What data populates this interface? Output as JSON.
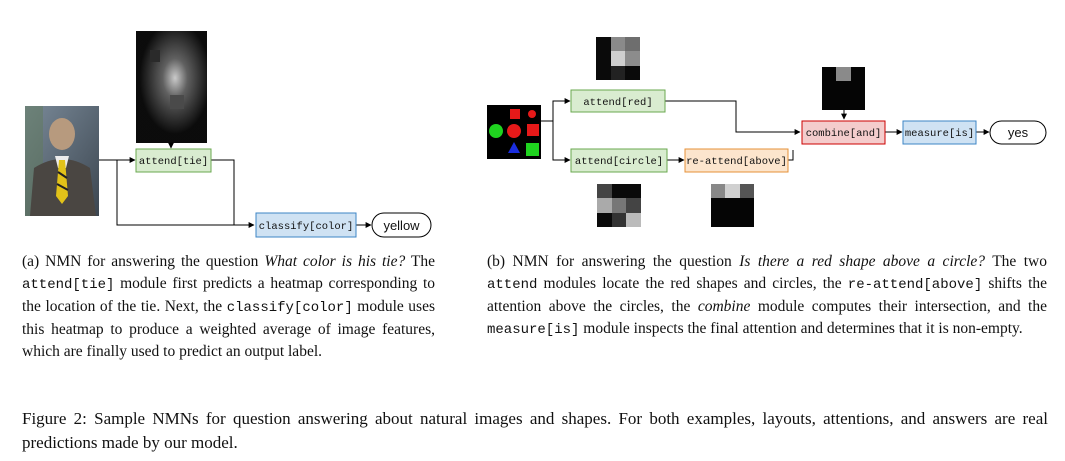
{
  "panel_a": {
    "modules": {
      "attend": "attend[tie]",
      "classify": "classify[color]"
    },
    "answer": "yellow",
    "caption": {
      "prefix": "(a) NMN for answering the question ",
      "question": "What color is his tie?",
      "t1": " The ",
      "code1": "attend[tie]",
      "t2": " module first predicts a heatmap corresponding to the location of the tie. Next, the ",
      "code2": "classify[color]",
      "t3": " module uses this heatmap to produce a weighted average of image features, which are finally used to predict an output label."
    }
  },
  "panel_b": {
    "modules": {
      "attend_red": "attend[red]",
      "attend_circle": "attend[circle]",
      "reattend": "re-attend[above]",
      "combine": "combine[and]",
      "measure": "measure[is]"
    },
    "answer": "yes",
    "caption": {
      "prefix": "(b) NMN for answering the question ",
      "question": "Is there a red shape above a circle?",
      "t1": " The two ",
      "code1": "attend",
      "t2": " modules locate the red shapes and circles, the ",
      "code2": "re-attend[above]",
      "t3": " shifts the attention above the circles, the ",
      "combine_word": "combine",
      "t4": " module computes their intersection, and the ",
      "code3": "measure[is]",
      "t5": " module inspects the final attention and determines that it is non-empty."
    }
  },
  "figure_caption": "Figure 2: Sample NMNs for question answering about natural images and shapes. For both examples, layouts, attentions, and answers are real predictions made by our model.",
  "colors": {
    "green_fill": "#d9ecd0",
    "green_stroke": "#6aa84f",
    "blue_fill": "#cfe2f3",
    "blue_stroke": "#3d85c6",
    "orange_fill": "#fce5cd",
    "orange_stroke": "#e69138",
    "red_fill": "#f4cccc",
    "red_stroke": "#cc0000"
  },
  "icons": {
    "photo": "man-in-suit-photo",
    "shapes": "shapes-image",
    "heatmaps": "attention-heatmap"
  }
}
